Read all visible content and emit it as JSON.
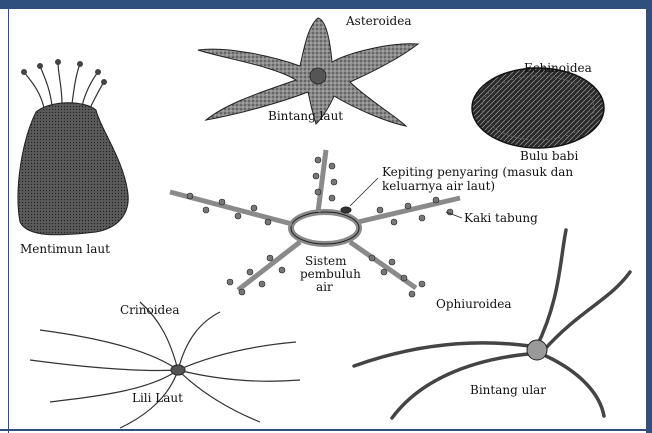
{
  "labels": {
    "asteroidea": "Asteroidea",
    "bintang_laut": "Bintang laut",
    "echinoidea": "Echinoidea",
    "bulu_babi": "Bulu babi",
    "kepiting_line1": "Kepiting penyaring (masuk dan",
    "kepiting_line2": "keluarnya air laut)",
    "kaki_tabung": "Kaki tabung",
    "mentimun_laut": "Mentimun laut",
    "sistem_line1": "Sistem",
    "sistem_line2": "pembuluh",
    "sistem_line3": "air",
    "crinoidea": "Crinoidea",
    "lili_laut": "Lili Laut",
    "ophiuroidea": "Ophiuroidea",
    "bintang_ular": "Bintang ular"
  },
  "colors": {
    "frame": "#2f4f7f",
    "ink": "#222222",
    "body_fill": "#7d7d7d"
  }
}
